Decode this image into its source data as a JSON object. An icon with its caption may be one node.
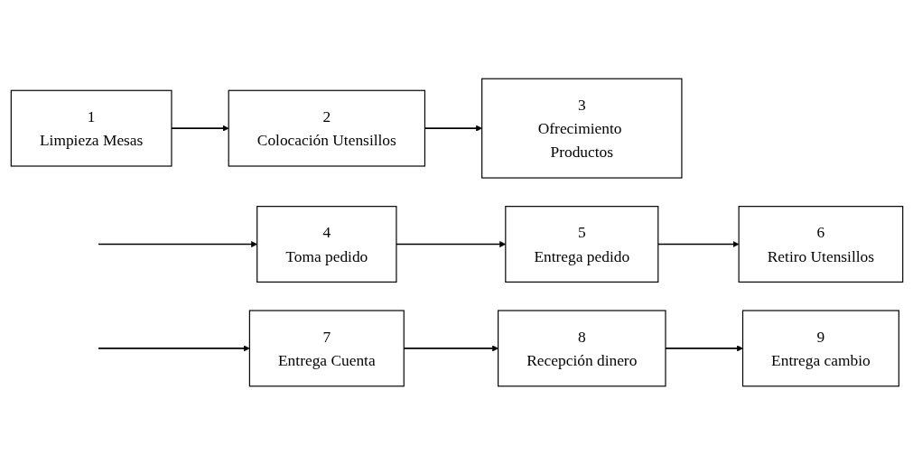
{
  "diagram": {
    "nodes": [
      {
        "text": [
          "1",
          "Limpieza Mesas"
        ]
      },
      {
        "text": [
          "2",
          "Colocación Utensillos"
        ]
      },
      {
        "text": [
          "3",
          "Ofrecimiento Productos"
        ]
      },
      {
        "text": [
          "4",
          "Toma pedido"
        ]
      },
      {
        "text": [
          "5",
          "Entrega pedido"
        ]
      },
      {
        "text": [
          "6",
          "Retiro Utensillos"
        ]
      },
      {
        "text": [
          "7",
          "Entrega Cuenta"
        ]
      },
      {
        "text": [
          "8",
          "Recepción dinero"
        ]
      },
      {
        "text": [
          "9",
          "Entrega cambio"
        ]
      }
    ],
    "edges": [
      {
        "from": 0,
        "to": 1,
        "arrow": "to"
      },
      {
        "from": 1,
        "to": 2,
        "arrow": "to"
      },
      {
        "from": null,
        "to": 3,
        "arrow": "to"
      },
      {
        "from": 3,
        "to": 4,
        "arrow": "to"
      },
      {
        "from": 4,
        "to": 5,
        "arrow": "to"
      },
      {
        "from": null,
        "to": 6,
        "arrow": "to"
      },
      {
        "from": 6,
        "to": 7,
        "arrow": "to"
      },
      {
        "from": 7,
        "to": 8,
        "arrow": "to"
      }
    ]
  }
}
